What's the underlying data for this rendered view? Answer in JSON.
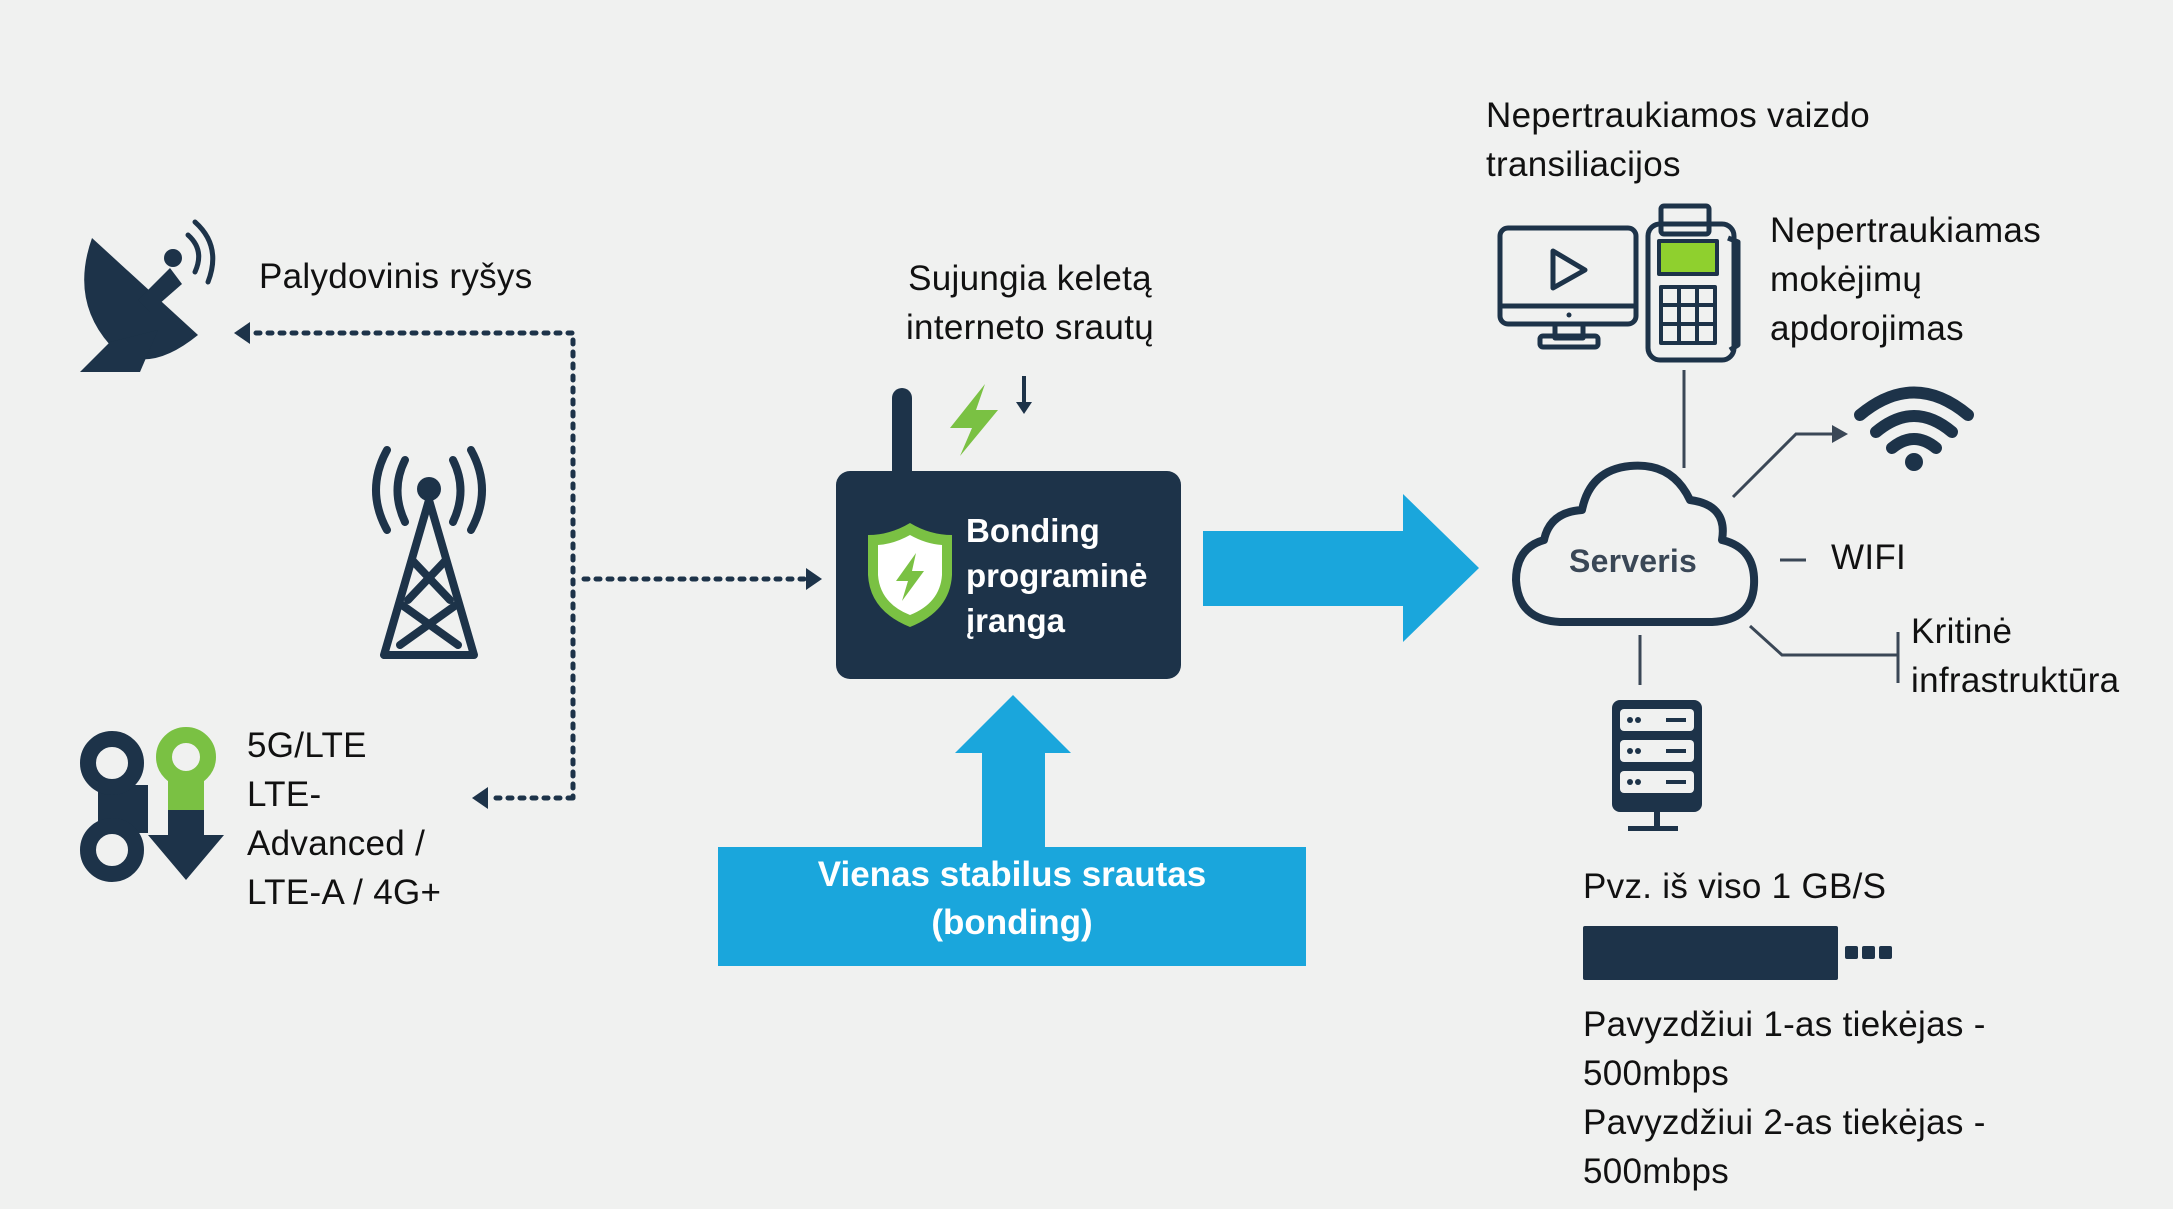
{
  "colors": {
    "background": "#f0f1f0",
    "navy": "#1d3349",
    "accent_blue": "#1aa6dc",
    "accent_green": "#7ac143",
    "text": "#111111"
  },
  "inputs": {
    "satellite": {
      "label": "Palydovinis ryšys",
      "icon": "satellite-dish-icon"
    },
    "cell_tower": {
      "icon": "cell-tower-icon"
    },
    "mobile": {
      "icon": "mobile-network-icon",
      "lines": [
        "5G/LTE",
        "LTE-",
        "Advanced /",
        "LTE-A / 4G+"
      ]
    }
  },
  "router": {
    "caption_lines": [
      "Sujungia keletą",
      "interneto srautų"
    ],
    "title_lines": [
      "Bonding",
      "programinė",
      "įranga"
    ],
    "icons": [
      "antenna-icon",
      "lightning-icon",
      "down-arrow-icon",
      "shield-lightning-icon"
    ]
  },
  "bonded_stream": {
    "lines": [
      "Vienas stabilus srautas",
      "(bonding)"
    ]
  },
  "server": {
    "label": "Serveris",
    "icon": "cloud-icon"
  },
  "outputs": {
    "video": {
      "lines": [
        "Nepertraukiamos vaizdo",
        "transiliacijos"
      ],
      "icon": "monitor-play-icon"
    },
    "payments": {
      "lines": [
        "Nepertraukiamas",
        "mokėjimų",
        "apdorojimas"
      ],
      "icon": "pos-terminal-icon"
    },
    "wifi": {
      "label": "WIFI",
      "icon": "wifi-icon"
    },
    "critical": {
      "lines": [
        "Kritinė",
        "infrastruktūra"
      ]
    },
    "server_rack": {
      "icon": "server-rack-icon"
    }
  },
  "throughput": {
    "total_label": "Pvz. iš viso 1 GB/S",
    "providers": [
      {
        "lines": [
          "Pavyzdžiui 1-as tiekėjas -",
          "500mbps"
        ]
      },
      {
        "lines": [
          "Pavyzdžiui 2-as tiekėjas -",
          "500mbps"
        ]
      }
    ]
  }
}
